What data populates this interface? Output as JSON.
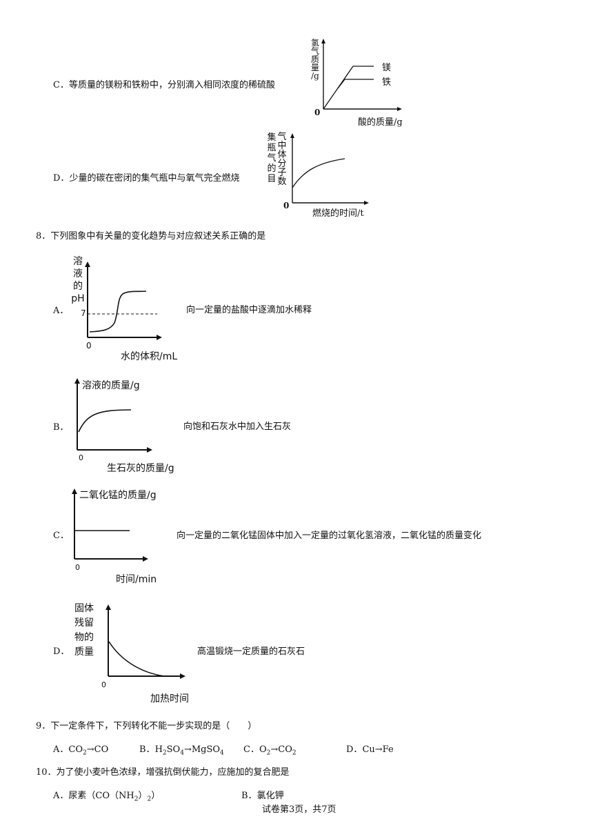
{
  "q7": {
    "optC": {
      "letter": "C．",
      "text": "等质量的镁粉和铁粉中，分别滴入相同浓度的稀硫酸",
      "ylabel": [
        "氢",
        "气",
        "质",
        "量",
        "/g"
      ],
      "xlabel": "酸的质量/g",
      "origin": "0",
      "series": [
        "镁",
        "铁"
      ]
    },
    "optD": {
      "letter": "D．",
      "text": "少量的碳在密闭的集气瓶中与氧气完全燃烧",
      "ylabel_col1": [
        "集",
        "瓶",
        "气",
        "的",
        "目"
      ],
      "ylabel_col2": [
        "气",
        "中",
        "体",
        "分",
        "子",
        "数"
      ],
      "xlabel": "燃烧的时间/t",
      "origin": "0"
    }
  },
  "q8": {
    "number": "8．",
    "question": "下列图象中有关量的变化趋势与对应叙述关系正确的是",
    "A": {
      "letter": "A．",
      "ylabel": [
        "溶",
        "液",
        "的",
        "pH"
      ],
      "y7": "7",
      "origin": "0",
      "xlabel": "水的体积/mL",
      "desc": "向一定量的盐酸中逐滴加水稀释"
    },
    "B": {
      "letter": "B．",
      "ylabel": "溶液的质量/g",
      "origin": "0",
      "xlabel": "生石灰的质量/g",
      "desc": "向饱和石灰水中加入生石灰"
    },
    "C": {
      "letter": "C．",
      "ylabel": "二氧化锰的质量/g",
      "origin": "0",
      "xlabel": "时间/min",
      "desc": "向一定量的二氧化锰固体中加入一定量的过氧化氢溶液，二氧化锰的质量变化"
    },
    "D": {
      "letter": "D．",
      "ylabel": [
        "固体",
        "残留",
        "物的",
        "质量"
      ],
      "origin": "0",
      "xlabel": "加热时间",
      "desc": "高温锻烧一定质量的石灰石"
    }
  },
  "q9": {
    "number": "9．",
    "question": "下一定条件下，下列转化不能一步实现的是（　　）",
    "options": {
      "A": {
        "letter": "A．",
        "pre": "CO",
        "sub": "2",
        "post": "→CO"
      },
      "B": {
        "letter": "B．",
        "p1": "H",
        "s1": "2",
        "p2": "SO",
        "s2": "4",
        "p3": "→MgSO",
        "s3": "4"
      },
      "C": {
        "letter": "C．",
        "p1": "O",
        "s1": "2",
        "p2": "→CO",
        "s2": "2"
      },
      "D": {
        "letter": "D．",
        "text": "Cu→Fe"
      }
    }
  },
  "q10": {
    "number": "10．",
    "question": "为了使小麦叶色浓绿，增强抗倒伏能力，应施加的复合肥是",
    "A": {
      "letter": "A．",
      "p1": "尿素（CO（NH",
      "s1": "2",
      "p2": "）",
      "s2": "2",
      "p3": "）"
    },
    "B": {
      "letter": "B．",
      "text": "氯化钾"
    }
  },
  "footer": "试卷第3页，共7页"
}
